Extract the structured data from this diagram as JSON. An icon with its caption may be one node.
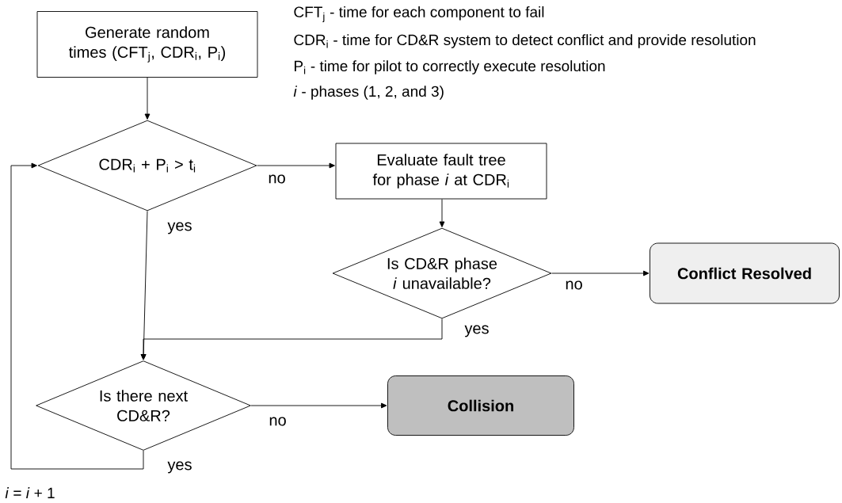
{
  "diagram": {
    "nodes": [
      {
        "text": [
          "Generate random times (CFT$_{j}$, CDR$_{i}$, P$_{i}$)"
        ]
      },
      {
        "text": [
          "CDR$_{i}$ + P$_{i}$ > t$_{i}$"
        ]
      },
      {
        "text": [
          "Evaluate fault tree for phase *i* at CDR$_{i}$"
        ]
      },
      {
        "text": [
          "Is CD&R phase *i* unavailable?"
        ]
      },
      {
        "text": [
          "Conflict Resolved"
        ]
      },
      {
        "text": [
          "Is there next CD&R?"
        ]
      },
      {
        "text": [
          "Collision"
        ]
      }
    ],
    "edges": [
      {
        "from": 0,
        "to": 1,
        "arrow": "to"
      },
      {
        "from": 1,
        "to": 2,
        "arrow": "to",
        "label": "no"
      },
      {
        "from": 2,
        "to": 3,
        "arrow": "to"
      },
      {
        "from": 3,
        "to": 4,
        "arrow": "to",
        "label": "no"
      },
      {
        "from": 1,
        "to": 5,
        "arrow": "to",
        "label": "yes"
      },
      {
        "from": 3,
        "to": 5,
        "arrow": "to",
        "label": "yes"
      },
      {
        "from": 5,
        "to": 6,
        "arrow": "to",
        "label": "no"
      },
      {
        "from": 5,
        "to": 1,
        "arrow": "to",
        "label": "yes"
      }
    ],
    "labels": [
      "CFT$_{j}$ - time for each component to fail",
      "CDR$_{i}$ - time for CD&R system to detect conflict and provide resolution",
      "P$_{i}$ - time for pilot to correctly execute resolution",
      "*i* - phases (1, 2, and 3)",
      "*i* = *i* + 1"
    ]
  }
}
